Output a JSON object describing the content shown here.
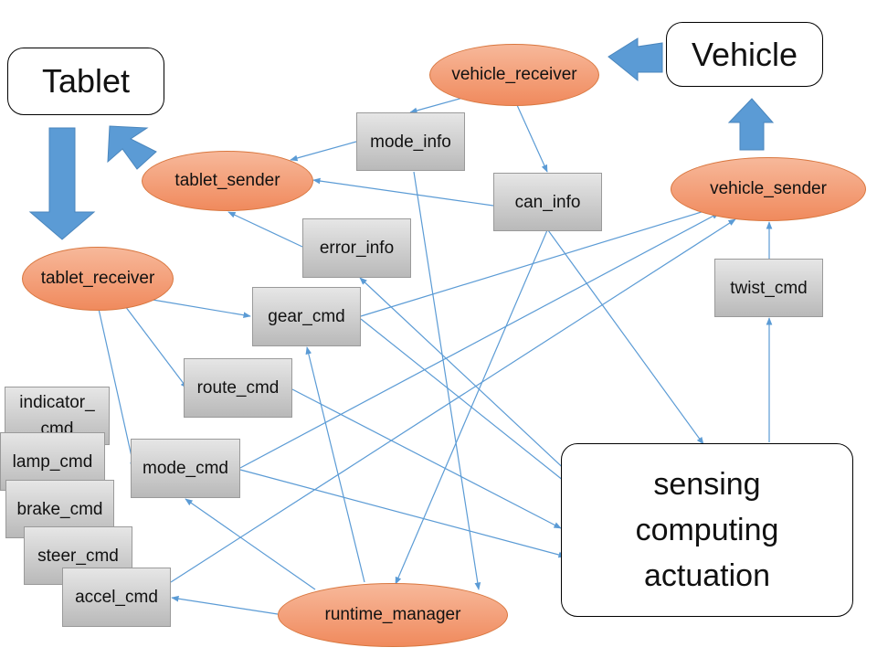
{
  "colors": {
    "edge": "#5b9bd5",
    "block_arrow": "#5b9bd5"
  },
  "nodes": {
    "tablet": "Tablet",
    "vehicle": "Vehicle",
    "system": "sensing\ncomputing\nactuation",
    "vehicle_receiver": "vehicle_receiver",
    "tablet_sender": "tablet_sender",
    "vehicle_sender": "vehicle_sender",
    "tablet_receiver": "tablet_receiver",
    "runtime_manager": "runtime_manager",
    "mode_info": "mode_info",
    "can_info": "can_info",
    "error_info": "error_info",
    "gear_cmd": "gear_cmd",
    "twist_cmd": "twist_cmd",
    "route_cmd": "route_cmd",
    "indicator_cmd": "indicator_\ncmd",
    "lamp_cmd": "lamp_cmd",
    "mode_cmd": "mode_cmd",
    "brake_cmd": "brake_cmd",
    "steer_cmd": "steer_cmd",
    "accel_cmd": "accel_cmd"
  }
}
